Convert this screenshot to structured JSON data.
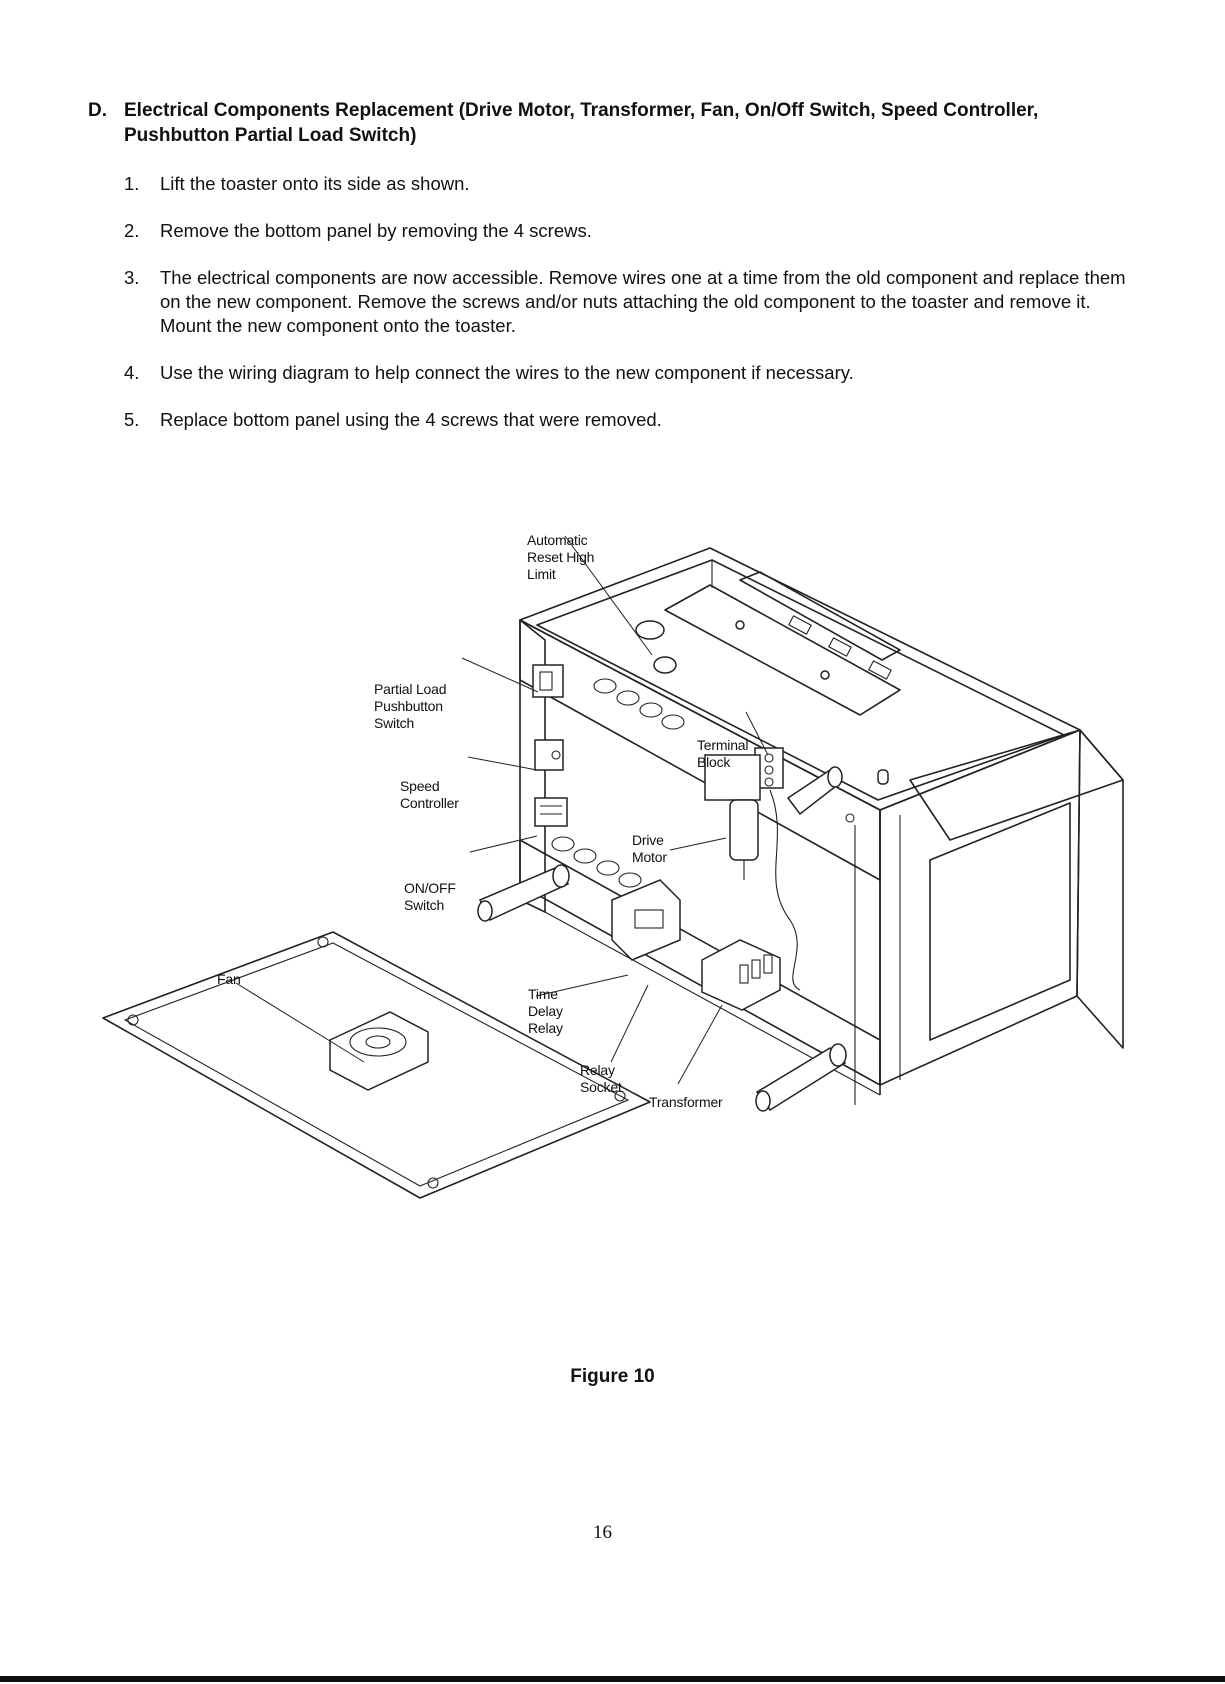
{
  "section": {
    "letter": "D.",
    "title": "Electrical Components Replacement (Drive Motor, Transformer, Fan, On/Off Switch, Speed Controller, Pushbutton Partial Load Switch)"
  },
  "steps": [
    {
      "number": "1.",
      "text": "Lift the toaster onto its side as shown."
    },
    {
      "number": "2.",
      "text": "Remove the bottom panel by removing the 4 screws."
    },
    {
      "number": "3.",
      "text": "The electrical components are now accessible. Remove wires one at a time from the old component and replace them on the new component. Remove the screws and/or nuts attaching the old component to the toaster and remove it. Mount the new component onto the toaster."
    },
    {
      "number": "4.",
      "text": "Use the wiring diagram to help connect the wires to the new component if necessary."
    },
    {
      "number": "5.",
      "text": "Replace bottom panel using the 4 screws that were removed."
    }
  ],
  "figure": {
    "labels": {
      "automatic_reset_high_limit": "Automatic\nReset High\nLimit",
      "partial_load_pushbutton_switch": "Partial Load\nPushbutton\nSwitch",
      "terminal_block": "Terminal\nBlock",
      "speed_controller": "Speed\nController",
      "drive_motor": "Drive\nMotor",
      "on_off_switch": "ON/OFF\nSwitch",
      "fan": "Fan",
      "time_delay_relay": "Time\nDelay\nRelay",
      "relay_socket": "Relay\nSocket",
      "transformer": "Transformer"
    },
    "caption": "Figure 10"
  },
  "page_number": "16"
}
